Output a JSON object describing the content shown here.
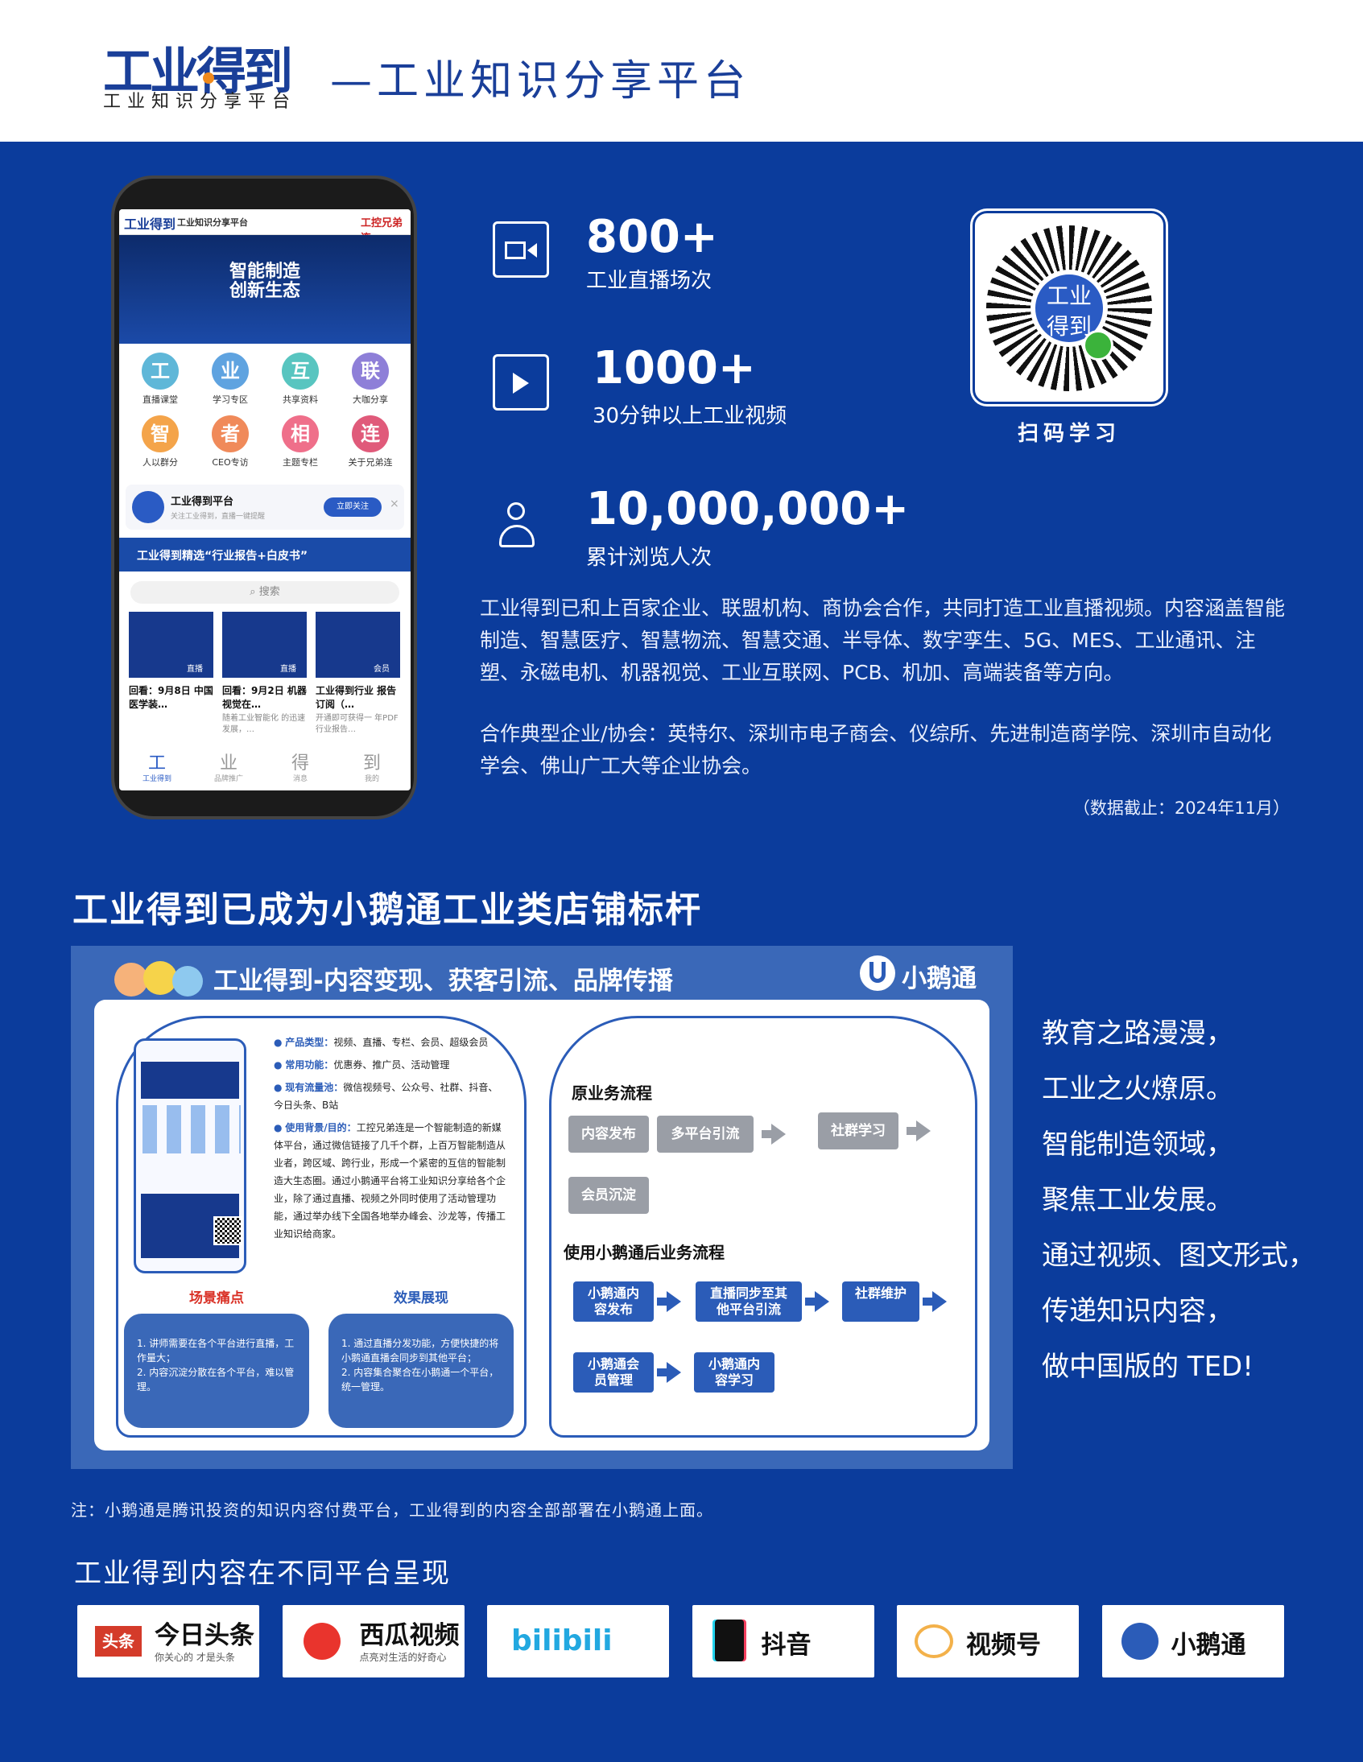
{
  "header": {
    "logo": "工业得到",
    "logo_sub": "工业知识分享平台",
    "title": "—工业知识分享平台"
  },
  "phone": {
    "top_logo": "工业得到",
    "top_brand": "工业知识分享平台",
    "top_partner": "工控兄弟连",
    "hero_title": "智能制造\n创新生态",
    "grid": [
      {
        "glyph": "工",
        "label": "直播课堂",
        "color": "#5fb7d8"
      },
      {
        "glyph": "业",
        "label": "学习专区",
        "color": "#5fa3e0"
      },
      {
        "glyph": "互",
        "label": "共享资料",
        "color": "#58c5c0"
      },
      {
        "glyph": "联",
        "label": "大咖分享",
        "color": "#8e7fd8"
      },
      {
        "glyph": "智",
        "label": "人以群分",
        "color": "#f4a44a"
      },
      {
        "glyph": "者",
        "label": "CEO专访",
        "color": "#f08a5a"
      },
      {
        "glyph": "相",
        "label": "主题专栏",
        "color": "#ef6f8a"
      },
      {
        "glyph": "连",
        "label": "关于兄弟连",
        "color": "#e05a7a"
      }
    ],
    "follow_title": "工业得到平台",
    "follow_sub": "关注工业得到，直播一键提醒",
    "follow_btn": "立即关注",
    "banner": "工业得到精选“行业报告+白皮书”",
    "search": "搜索",
    "cards": [
      {
        "badge": "直播",
        "title": "回看：9月8日 中国医学装…",
        "sub": ""
      },
      {
        "badge": "直播",
        "title": "回看：9月2日 机器视觉在…",
        "sub": "随着工业智能化 的迅速发展，…"
      },
      {
        "badge": "会员",
        "title": "工业得到行业 报告订阅（…",
        "sub": "开通即可获得一 年PDF行业报告…"
      }
    ],
    "tabs": [
      {
        "glyph": "工",
        "label": "工业得到"
      },
      {
        "glyph": "业",
        "label": "品牌推广"
      },
      {
        "glyph": "得",
        "label": "消息"
      },
      {
        "glyph": "到",
        "label": "我的"
      }
    ]
  },
  "stats": [
    {
      "value": "800+",
      "label": "工业直播场次",
      "icon": "video-camera-icon"
    },
    {
      "value": "1000+",
      "label": "30分钟以上工业视频",
      "icon": "play-icon"
    },
    {
      "value": "10,000,000+",
      "label": "累计浏览人次",
      "icon": "users-icon"
    }
  ],
  "qr": {
    "center": "工业\n得到",
    "label": "扫码学习"
  },
  "intro": "工业得到已和上百家企业、联盟机构、商协会合作，共同打造工业直播视频。内容涵盖智能制造、智慧医疗、智慧物流、智慧交通、半导体、数字孪生、5G、MES、工业通讯、注塑、永磁电机、机器视觉、工业互联网、PCB、机加、高端装备等方向。",
  "partners": "合作典型企业/协会：英特尔、深圳市电子商会、仪综所、先进制造商学院、深圳市自动化学会、佛山广工大等企业协会。",
  "data_note": "（数据截止：2024年11月）",
  "section": {
    "title": "工业得到已成为小鹅通工业类店铺标杆",
    "panel_title": "工业得到-内容变现、获客引流、品牌传播",
    "brand": "小鹅通",
    "bullets": [
      {
        "k": "产品类型：",
        "v": "视频、直播、专栏、会员、超级会员"
      },
      {
        "k": "常用功能：",
        "v": "优惠券、推广员、活动管理"
      },
      {
        "k": "现有流量池：",
        "v": "微信视频号、公众号、社群、抖音、今日头条、B站"
      },
      {
        "k": "使用背景/目的：",
        "v": "工控兄弟连是一个智能制造的新媒体平台，通过微信链接了几千个群，上百万智能制造从业者，跨区域、跨行业，形成一个紧密的互信的智能制造大生态圈。通过小鹅通平台将工业知识分享给各个企业，除了通过直播、视频之外同时使用了活动管理功能，通过举办线下全国各地举办峰会、沙龙等，传播工业知识给商家。"
      }
    ],
    "pain_title": "场景痛点",
    "pain_text": "1. 讲师需要在各个平台进行直播，工作量大；\n2. 内容沉淀分散在各个平台，难以管理。",
    "effect_title": "效果展现",
    "effect_text": "1. 通过直播分发功能，方便快捷的将小鹅通直播会同步到其他平台；\n2. 内容集合聚合在小鹅通一个平台，统一管理。",
    "old_flow_title": "原业务流程",
    "old_flow": [
      "内容发布",
      "多平台引流",
      "社群学习",
      "会员沉淀"
    ],
    "new_flow_title": "使用小鹅通后业务流程",
    "new_flow": [
      "小鹅通内\n容发布",
      "直播同步至其\n他平台引流",
      "社群维护",
      "小鹅通会\n员管理",
      "小鹅通内\n容学习"
    ]
  },
  "poem": [
    "教育之路漫漫，",
    "工业之火燎原。",
    "智能制造领域，",
    "聚焦工业发展。",
    "通过视频、图文形式，",
    "传递知识内容，",
    "做中国版的 TED!"
  ],
  "note": "注：小鹅通是腾讯投资的知识内容付费平台，工业得到的内容全部部署在小鹅通上面。",
  "platforms_title": "工业得到内容在不同平台呈现",
  "platforms": [
    {
      "name": "今日头条",
      "badge": "头条",
      "slogan": "你关心的 才是头条"
    },
    {
      "name": "西瓜视频",
      "slogan": "点亮对生活的好奇心"
    },
    {
      "name": "bilibili"
    },
    {
      "name": "抖音"
    },
    {
      "name": "视频号"
    },
    {
      "name": "小鹅通"
    }
  ]
}
